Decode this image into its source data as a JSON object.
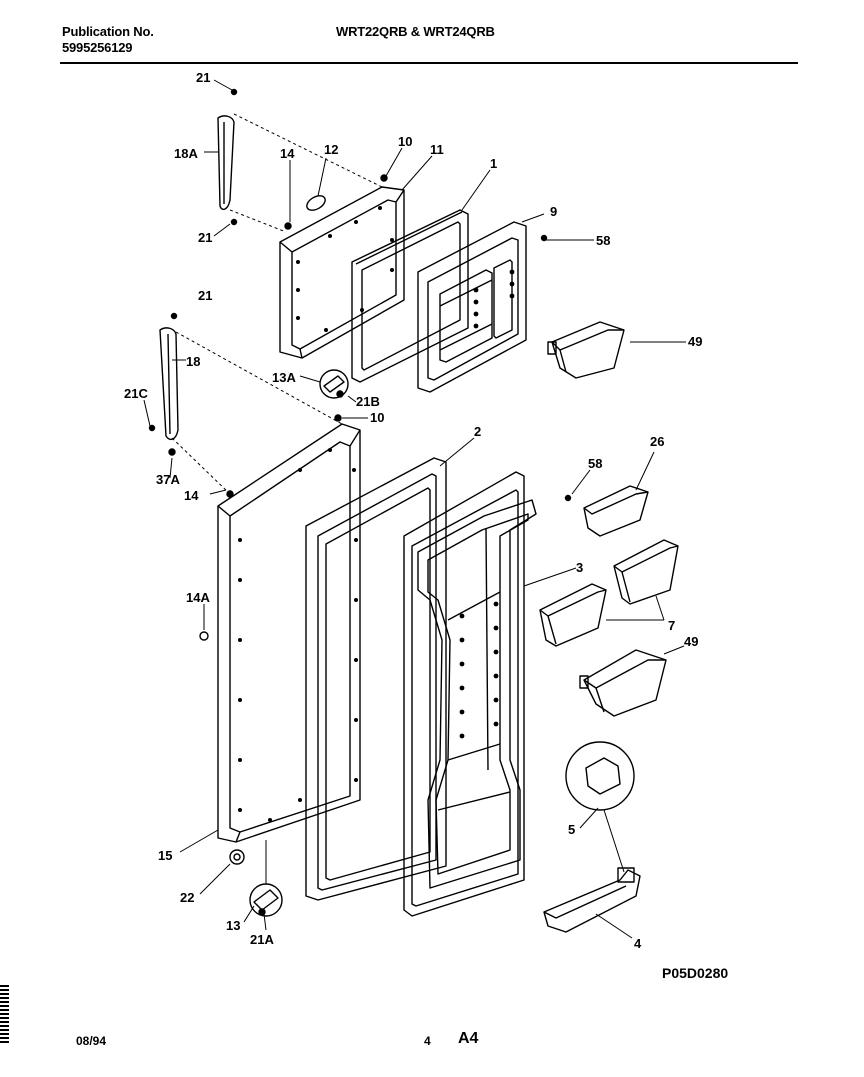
{
  "header": {
    "publication_label": "Publication No.",
    "publication_number": "5995256129",
    "models": "WRT22QRB & WRT24QRB"
  },
  "diagram_code": "P05D0280",
  "footer": {
    "date": "08/94",
    "page": "4",
    "section": "A4"
  },
  "callouts": {
    "c21_top": "21",
    "c18a": "18A",
    "c14_top": "14",
    "c12": "12",
    "c10_top": "10",
    "c11": "11",
    "c1": "1",
    "c9": "9",
    "c58_top": "58",
    "c21_mid": "21",
    "c21_upper_hinge": "21",
    "c18": "18",
    "c49_top": "49",
    "c13a": "13A",
    "c21b": "21B",
    "c10_mid": "10",
    "c21c": "21C",
    "c2": "2",
    "c26": "26",
    "c58_mid": "58",
    "c37a": "37A",
    "c14_mid": "14",
    "c3": "3",
    "c14a": "14A",
    "c7": "7",
    "c49_mid": "49",
    "c5": "5",
    "c15": "15",
    "c22": "22",
    "c13": "13",
    "c21a": "21A",
    "c4": "4"
  }
}
